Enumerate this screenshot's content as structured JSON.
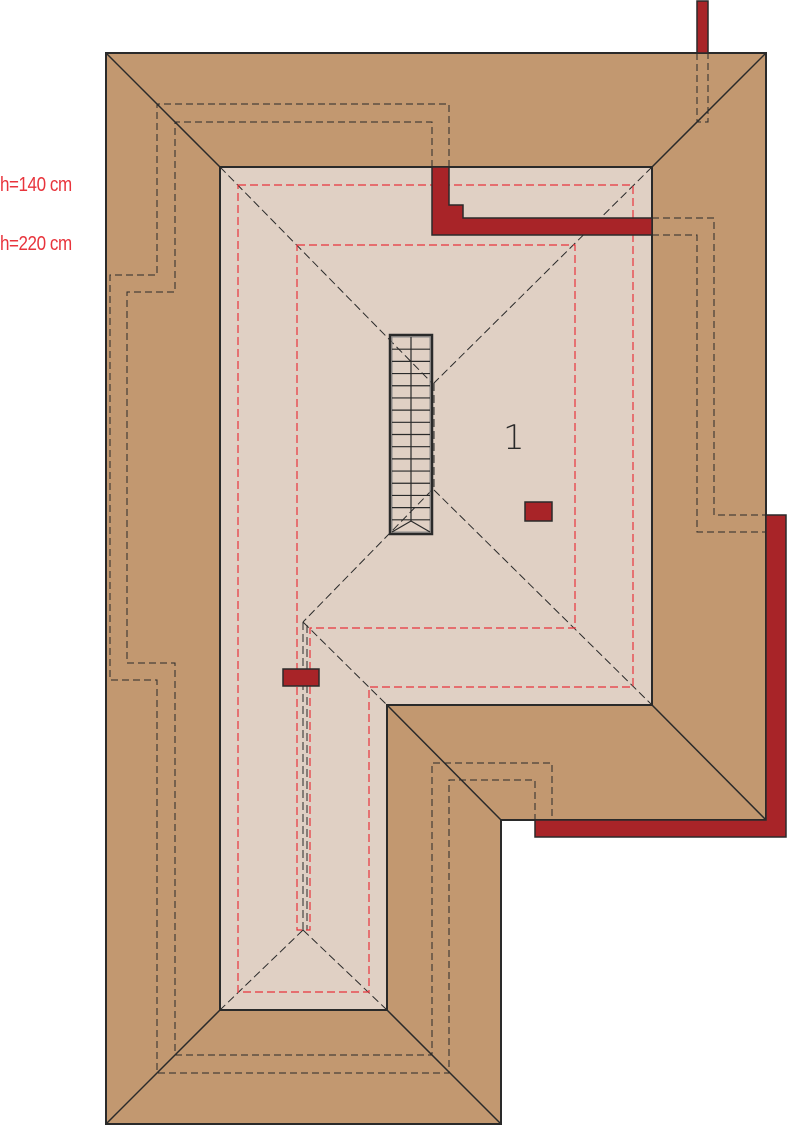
{
  "legend": {
    "h140": "h=140 cm",
    "h220": "h=220 cm"
  },
  "room": {
    "number": "1"
  },
  "colors": {
    "roof": "#c29870",
    "floor": "#e0d0c4",
    "wall": "#a82428",
    "height_line": "#e8343c",
    "outline": "#2a2a2a"
  },
  "stairs": {
    "steps": 16
  }
}
